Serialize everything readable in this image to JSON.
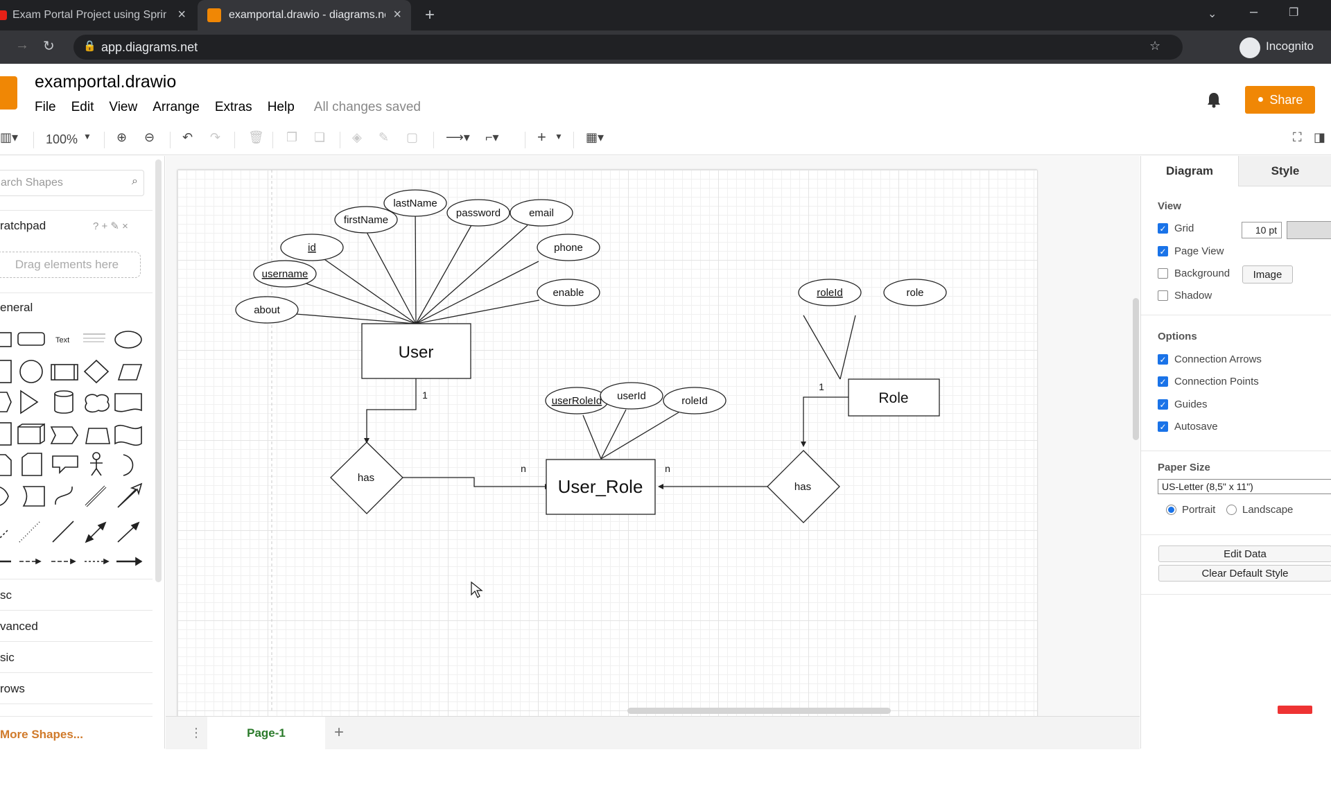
{
  "browser": {
    "tabs": [
      {
        "title": "Exam Portal Project using Spring",
        "active": false
      },
      {
        "title": "examportal.drawio - diagrams.ne",
        "active": true
      }
    ],
    "url": "app.diagrams.net",
    "profile": "Incognito"
  },
  "app": {
    "title": "examportal.drawio",
    "menu": [
      "File",
      "Edit",
      "View",
      "Arrange",
      "Extras",
      "Help"
    ],
    "save_status": "All changes saved",
    "share_label": "Share"
  },
  "toolbar": {
    "zoom": "100%"
  },
  "left_panel": {
    "search_placeholder": "arch Shapes",
    "scratchpad_label": "ratchpad",
    "scratchpad_icons": "? + ✎ ×",
    "dropzone_label": "Drag elements here",
    "general_label": "eneral",
    "text_shape_label": "Text",
    "categories": [
      "sc",
      "vanced",
      "sic",
      "rows"
    ],
    "more_shapes": "More Shapes..."
  },
  "diagram": {
    "entities": [
      "User",
      "User_Role",
      "Role"
    ],
    "relationships": [
      "has",
      "has"
    ],
    "user_attributes": [
      "lastName",
      "firstName",
      "password",
      "email",
      "id",
      "phone",
      "username",
      "enable",
      "about"
    ],
    "user_role_attributes": [
      "userRoleId",
      "userId",
      "roleId"
    ],
    "role_attributes": [
      "roleId",
      "role"
    ],
    "cardinality": {
      "user_has": "1",
      "has_userrole": "n",
      "userrole_has": "n",
      "role_has": "1"
    }
  },
  "pages": {
    "current": "Page-1"
  },
  "right_panel": {
    "tabs": [
      "Diagram",
      "Style"
    ],
    "view_label": "View",
    "grid_label": "Grid",
    "grid_size": "10 pt",
    "page_view_label": "Page View",
    "background_label": "Background",
    "image_btn": "Image",
    "shadow_label": "Shadow",
    "options_label": "Options",
    "connection_arrows": "Connection Arrows",
    "connection_points": "Connection Points",
    "guides": "Guides",
    "autosave": "Autosave",
    "paper_size_label": "Paper Size",
    "paper_size": "US-Letter (8,5\" x 11\")",
    "portrait": "Portrait",
    "landscape": "Landscape",
    "edit_data": "Edit Data",
    "clear_default_style": "Clear Default Style",
    "checks": {
      "grid": true,
      "page_view": true,
      "background": false,
      "shadow": false,
      "connection_arrows": true,
      "connection_points": true,
      "guides": true,
      "autosave": true
    }
  },
  "colors": {
    "brand": "#f08705",
    "accent": "#1a73e8",
    "page_tab": "#2a7a2a"
  }
}
